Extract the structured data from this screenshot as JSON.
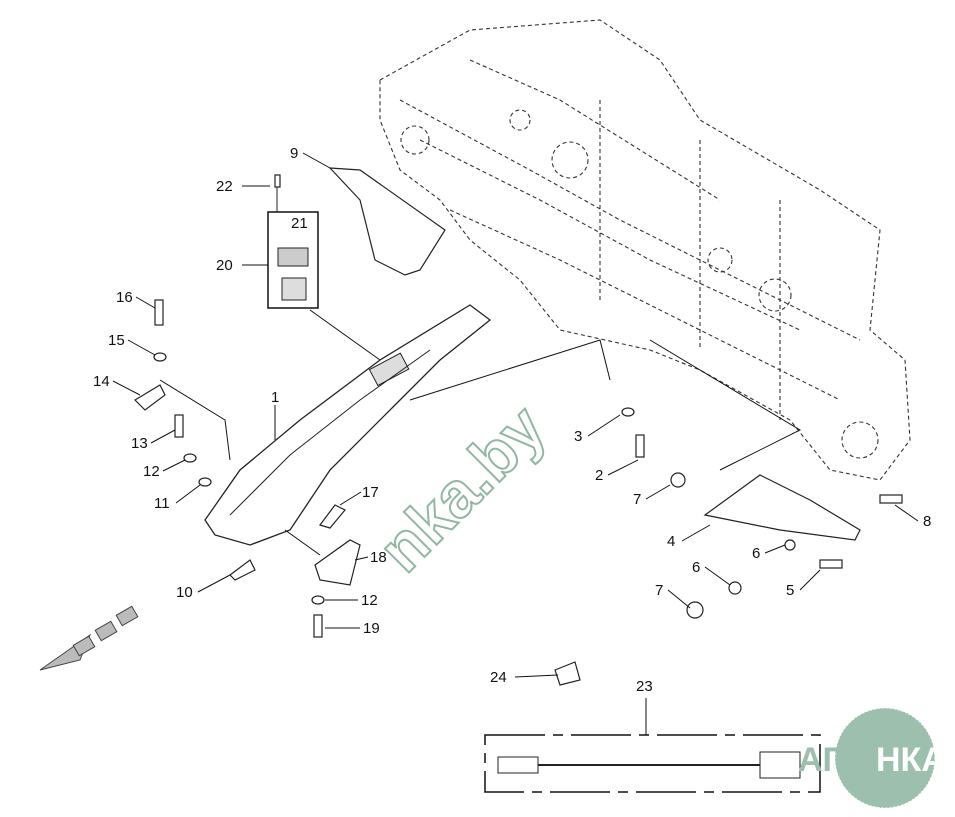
{
  "diagram": {
    "callouts": [
      {
        "id": "9",
        "label": "9"
      },
      {
        "id": "22",
        "label": "22"
      },
      {
        "id": "21",
        "label": "21"
      },
      {
        "id": "20",
        "label": "20"
      },
      {
        "id": "16",
        "label": "16"
      },
      {
        "id": "15",
        "label": "15"
      },
      {
        "id": "14",
        "label": "14"
      },
      {
        "id": "1",
        "label": "1"
      },
      {
        "id": "13",
        "label": "13"
      },
      {
        "id": "12a",
        "label": "12"
      },
      {
        "id": "11",
        "label": "11"
      },
      {
        "id": "17",
        "label": "17"
      },
      {
        "id": "18",
        "label": "18"
      },
      {
        "id": "10",
        "label": "10"
      },
      {
        "id": "12b",
        "label": "12"
      },
      {
        "id": "19",
        "label": "19"
      },
      {
        "id": "3",
        "label": "3"
      },
      {
        "id": "2",
        "label": "2"
      },
      {
        "id": "7a",
        "label": "7"
      },
      {
        "id": "4",
        "label": "4"
      },
      {
        "id": "6a",
        "label": "6"
      },
      {
        "id": "8",
        "label": "8"
      },
      {
        "id": "5",
        "label": "5"
      },
      {
        "id": "6b",
        "label": "6"
      },
      {
        "id": "7b",
        "label": "7"
      },
      {
        "id": "24",
        "label": "24"
      },
      {
        "id": "23",
        "label": "23"
      }
    ]
  },
  "watermark": {
    "text": "nka.by"
  },
  "logo": {
    "text_left": "АГРО",
    "text_right": "НКА",
    "color": "#9cc0ad"
  }
}
